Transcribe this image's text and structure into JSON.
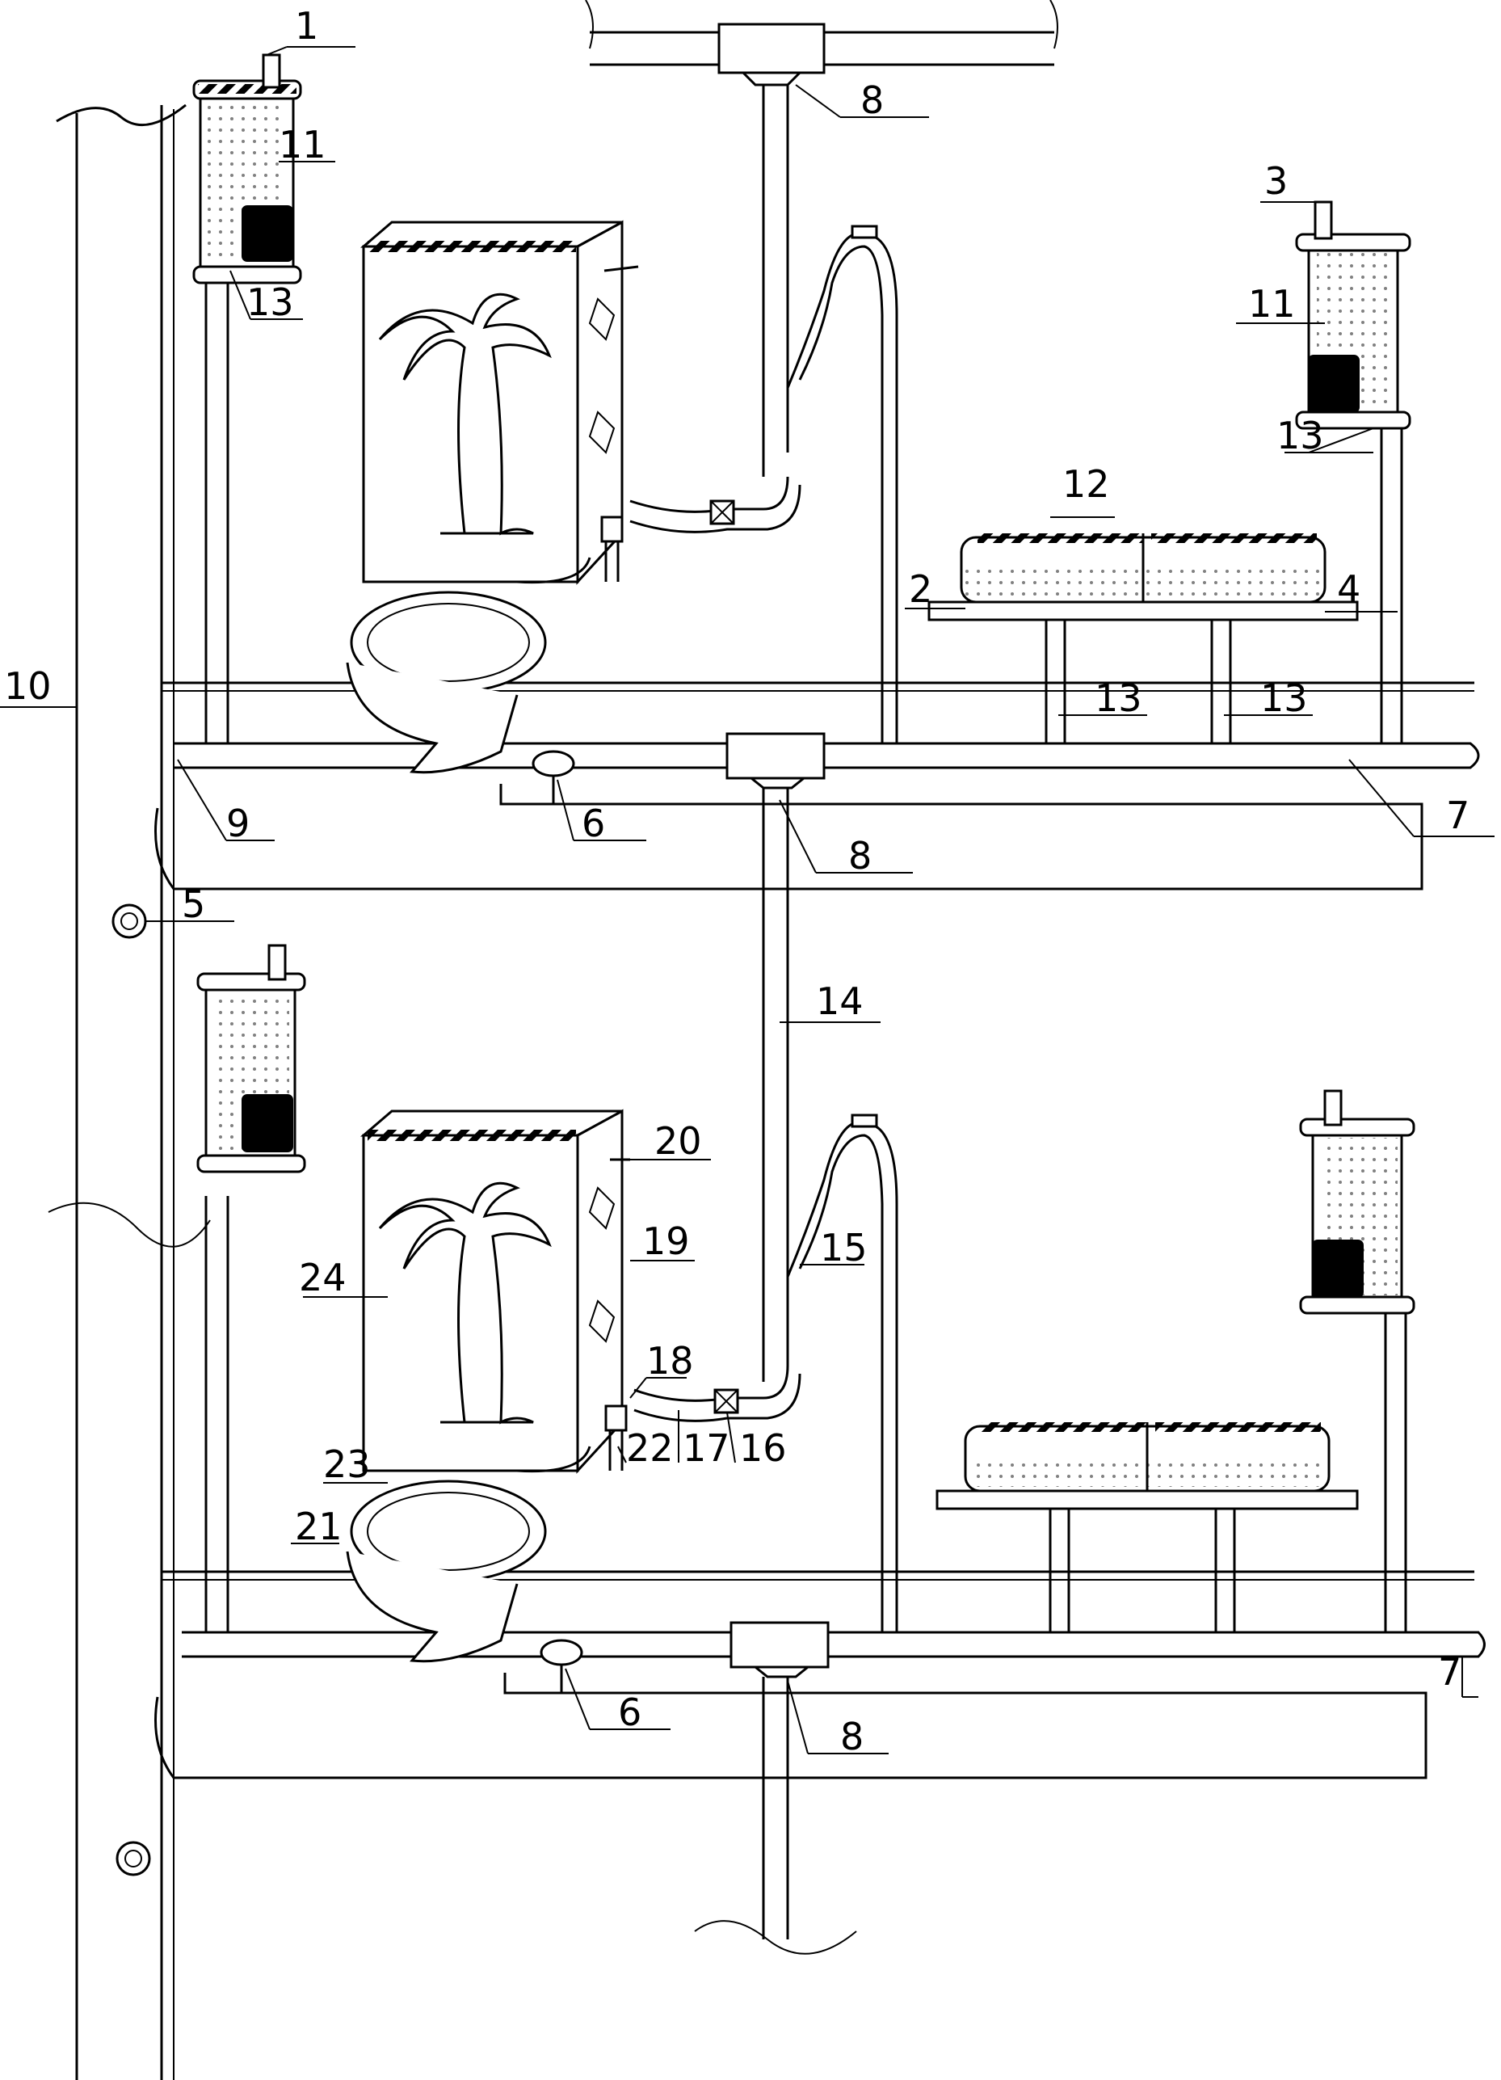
{
  "labels": {
    "l1": "1",
    "l2": "2",
    "l3": "3",
    "l4": "4",
    "l5": "5",
    "l6a": "6",
    "l6b": "6",
    "l7a": "7",
    "l7b": "7",
    "l8a": "8",
    "l8b": "8",
    "l8c": "8",
    "l9": "9",
    "l10": "10",
    "l11a": "11",
    "l11b": "11",
    "l12": "12",
    "l13a": "13",
    "l13b": "13",
    "l13c": "13",
    "l13d": "13",
    "l14": "14",
    "l15": "15",
    "l16": "16",
    "l17": "17",
    "l18": "18",
    "l19": "19",
    "l20": "20",
    "l21": "21",
    "l22": "22",
    "l23": "23",
    "l24": "24"
  }
}
